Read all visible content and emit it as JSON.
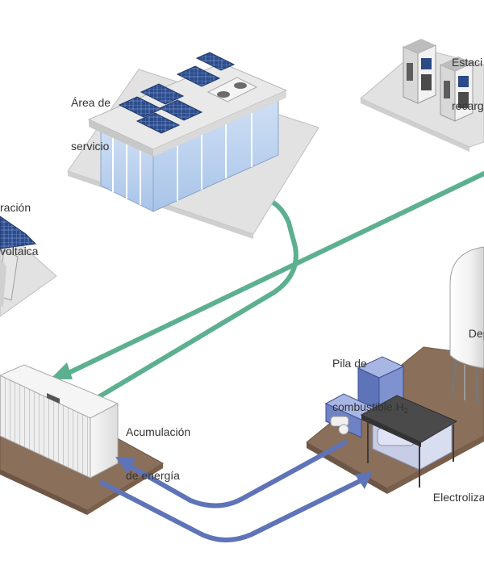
{
  "labels": {
    "service_area": [
      "Área de",
      "servicio"
    ],
    "pv": [
      "ración",
      "voltaica"
    ],
    "charging": [
      "Estaci",
      "recarg"
    ],
    "storage": [
      "Acumulación",
      "de energía"
    ],
    "fuel_cell": [
      "Pila de",
      "combustible H",
      "2"
    ],
    "deposit": "Dep",
    "electrolyzer": "Electroliza"
  },
  "colors": {
    "green_arrow": "#5cb08f",
    "blue_arrow": "#5e73b8",
    "ground": "#8a6f5a",
    "ground_edge": "#6e5646",
    "platform": "#e7e7e7",
    "panel": "#2b4a86",
    "text": "#333333"
  },
  "icons": {
    "solar_panel": "solar-panel-icon",
    "charger": "ev-charger-icon",
    "tank": "hydrogen-tank-icon"
  }
}
